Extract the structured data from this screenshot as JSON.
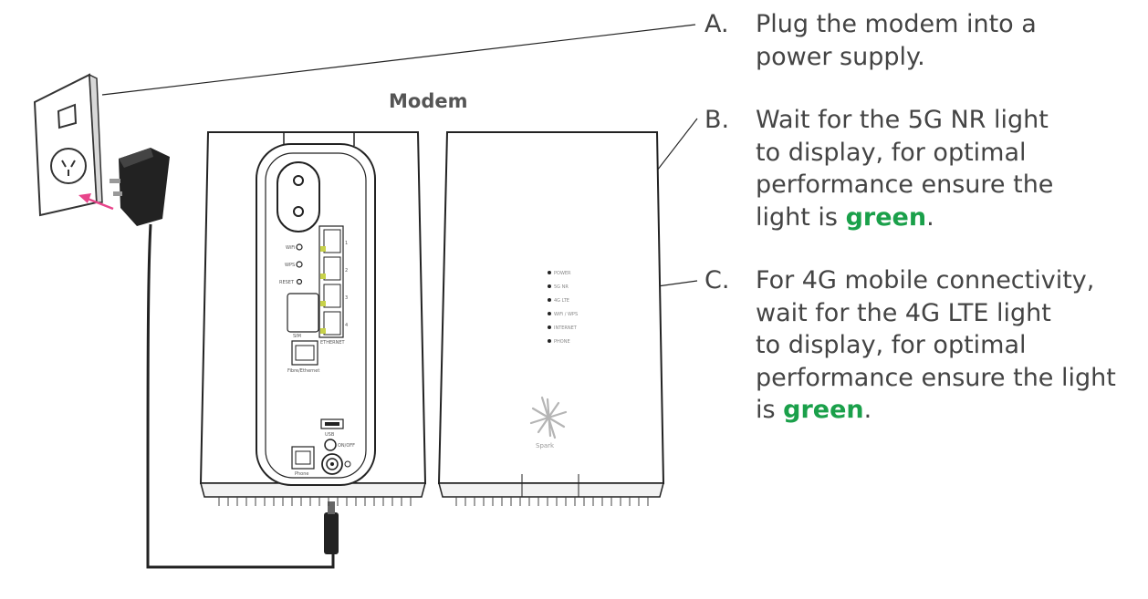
{
  "diagram": {
    "modem_label": "Modem",
    "steps": [
      {
        "letter": "A.",
        "lines": [
          "Plug the modem into a",
          "power supply."
        ]
      },
      {
        "letter": "B.",
        "lines": [
          "Wait for the 5G NR light",
          "to display, for optimal",
          "performance ensure the"
        ],
        "last_pre": "light is ",
        "highlight": "green",
        "last_post": "."
      },
      {
        "letter": "C.",
        "lines": [
          "For 4G mobile connectivity,",
          "wait for the 4G LTE light",
          "to display, for optimal",
          "performance ensure the light"
        ],
        "last_pre": "is ",
        "highlight": "green",
        "last_post": "."
      }
    ],
    "rear_panel": {
      "wifi": "WiFi",
      "wps": "WPS",
      "reset": "RESET",
      "sim": "SIM",
      "ethernet": "ETHERNET",
      "fibre": "Fibre/Ethernet",
      "usb": "USB",
      "onoff": "ON/OFF",
      "phone": "Phone",
      "ports": [
        "1",
        "2",
        "3",
        "4"
      ]
    },
    "front_panel": {
      "leds": [
        "POWER",
        "5G NR",
        "4G LTE",
        "WiFi / WPS",
        "INTERNET",
        "PHONE"
      ],
      "brand": "Spark"
    },
    "colors": {
      "highlight": "#1aa04a",
      "arrow": "#e8458b",
      "port": "#c8d24a"
    },
    "icons": [
      "wall-socket-icon",
      "power-adapter-icon",
      "arrow-icon",
      "spark-logo-icon"
    ]
  }
}
